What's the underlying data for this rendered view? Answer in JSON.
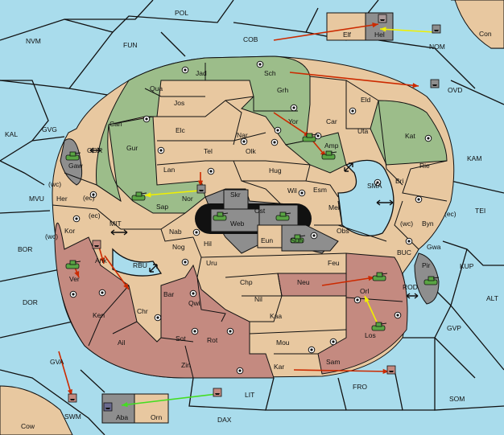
{
  "map": {
    "colors": {
      "sea": "#a9dcec",
      "neutral_land": "#e8c8a0",
      "green_power": "#9cbd8a",
      "red_power": "#c48a80",
      "gray_power": "#8e8e8e",
      "yellow_order": "#f0f000",
      "red_order": "#cc2a00",
      "green_order": "#44dd22"
    },
    "sea_labels": {
      "POL": "POL",
      "NVM": "NVM",
      "FUN": "FUN",
      "COB": "COB",
      "NOM": "NOM",
      "Con": "Con",
      "OVD": "OVD",
      "KAL": "KAL",
      "GVG": "GVG",
      "GOR": "GOR",
      "KAM": "KAM",
      "SMA": "SMA",
      "MVU": "MVU",
      "MIT": "MIT",
      "BOR": "BOR",
      "TEI": "TEI",
      "RBU": "RBU",
      "KUP": "KUP",
      "BUC": "BUC",
      "DOR": "DOR",
      "ROD": "ROD",
      "ALT": "ALT",
      "GVP": "GVP",
      "GVA": "GVA",
      "FRO": "FRO",
      "SOM": "SOM",
      "SWM": "SWM",
      "LIT": "LIT",
      "Cow": "Cow",
      "DAX": "DAX"
    },
    "land_labels": {
      "Elf": "Elf",
      "Hel": "Hel",
      "Jad": "Jad",
      "Sch": "Sch",
      "Qua": "Qua",
      "Jos": "Jos",
      "Grh": "Grh",
      "Eld": "Eld",
      "Can": "Can",
      "Yor": "Yor",
      "Car": "Car",
      "Elc": "Elc",
      "Nar": "Nar",
      "Uta": "Uta",
      "Kat": "Kat",
      "Amp": "Amp",
      "Tel": "Tel",
      "Olk": "Olk",
      "Gaw": "Gaw",
      "Gur": "Gur",
      "Lan": "Lan",
      "Hug": "Hug",
      "Rie": "Rie",
      "Bri": "Bri",
      "Esm": "Esm",
      "Wil": "Wil",
      "Her": "Her",
      "Nor": "Nor",
      "Skr": "Skr",
      "Ost": "Ost",
      "Sap": "Sap",
      "Mel": "Mel",
      "Web": "Web",
      "Byn": "Byn",
      "Kor": "Kor",
      "Nab": "Nab",
      "Obs": "Obs",
      "Eun": "Eun",
      "Sun": "Sun",
      "Gwa": "Gwa",
      "Hil": "Hil",
      "Ank": "Ank",
      "Nog": "Nog",
      "Pir": "Pir",
      "Uru": "Uru",
      "Feu": "Feu",
      "Ver": "Ver",
      "Chp": "Chp",
      "Neu": "Neu",
      "Orl": "Orl",
      "Bar": "Bar",
      "Qwi": "Qwi",
      "Nil": "Nil",
      "Chr": "Chr",
      "Ken": "Ken",
      "Kaa": "Kaa",
      "Los": "Los",
      "Ail": "Ail",
      "Sot": "Sot",
      "Rot": "Rot",
      "Mou": "Mou",
      "Zin": "Zin",
      "Sam": "Sam",
      "Kar": "Kar",
      "Aba": "Aba",
      "Orn": "Orn"
    },
    "coast_notes": {
      "ec_her": "(ec)",
      "wc_her": "(wc)",
      "ec_kor": "(ec)",
      "wc_kor": "(wc)",
      "wc_byn": "(wc)",
      "ec_byn": "(ec)"
    },
    "straits": [
      "GOR-Gaw",
      "MIT",
      "RBU",
      "SMA-Esm",
      "SMA-Mel",
      "ROD"
    ]
  }
}
